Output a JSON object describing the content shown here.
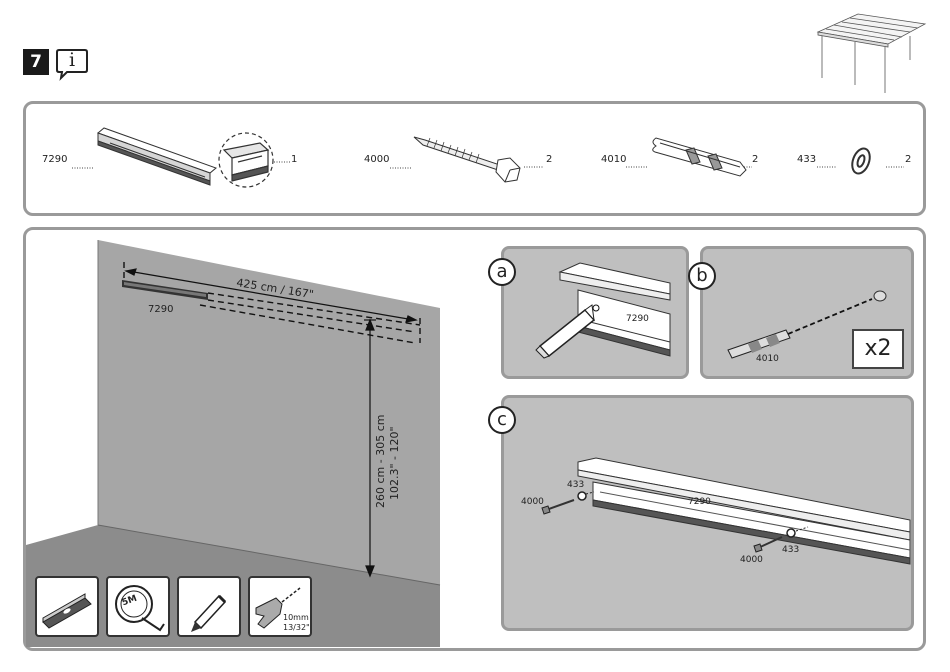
{
  "step": {
    "number": "7"
  },
  "info_icon": {
    "glyph": "i"
  },
  "parts": [
    {
      "code": "7290",
      "qty": "1"
    },
    {
      "code": "4000",
      "qty": "2"
    },
    {
      "code": "4010",
      "qty": "2"
    },
    {
      "code": "433",
      "qty": "2"
    }
  ],
  "main_panel": {
    "width_dimension": "425 cm / 167\"",
    "height_dimension_cm": "260 cm - 305 cm",
    "height_dimension_in": "102.3\" - 120\"",
    "beam_label": "7290"
  },
  "tools": {
    "tape_label": "5M",
    "drill_bit_metric": "10mm",
    "drill_bit_imperial": "13/32\""
  },
  "panel_a": {
    "marker": "a",
    "beam_label": "7290"
  },
  "panel_b": {
    "marker": "b",
    "part_label": "4010",
    "multiplier": "x2"
  },
  "panel_c": {
    "marker": "c",
    "beam_label": "7290",
    "screw_label": "4000",
    "washer_label": "433"
  },
  "colors": {
    "frame_border": "#9a9a9a",
    "wall": "#a6a6a6",
    "panel_bg": "#bfbfbf",
    "floor": "#8c8c8c"
  }
}
